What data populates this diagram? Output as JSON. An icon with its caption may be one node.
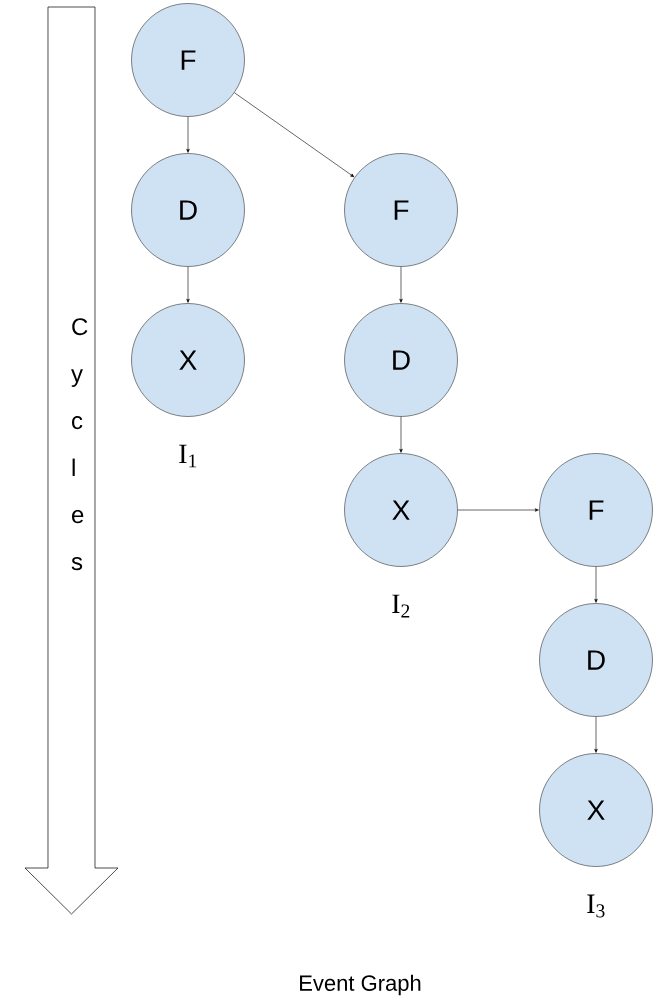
{
  "diagram": {
    "caption": "Event Graph",
    "nodes": [
      {
        "text": [
          "F"
        ]
      },
      {
        "text": [
          "D"
        ]
      },
      {
        "text": [
          "X"
        ],
        "beside": [
          "I$_{1}$"
        ]
      },
      {
        "text": [
          "F"
        ]
      },
      {
        "text": [
          "D"
        ]
      },
      {
        "text": [
          "X"
        ],
        "beside": [
          "I$_{2}$"
        ]
      },
      {
        "text": [
          "F"
        ]
      },
      {
        "text": [
          "D"
        ]
      },
      {
        "text": [
          "X"
        ],
        "beside": [
          "I$_{3}$"
        ]
      }
    ],
    "edges": [
      {
        "from": 0,
        "to": 1,
        "arrow": "to"
      },
      {
        "from": 1,
        "to": 2,
        "arrow": "to"
      },
      {
        "from": 0,
        "to": 3,
        "arrow": "to"
      },
      {
        "from": 3,
        "to": 4,
        "arrow": "to"
      },
      {
        "from": 4,
        "to": 5,
        "arrow": "to"
      },
      {
        "from": 5,
        "to": 6,
        "arrow": "to"
      },
      {
        "from": 6,
        "to": 7,
        "arrow": "to"
      },
      {
        "from": 7,
        "to": 8,
        "arrow": "to"
      }
    ],
    "labels": [
      "Cycles"
    ]
  }
}
